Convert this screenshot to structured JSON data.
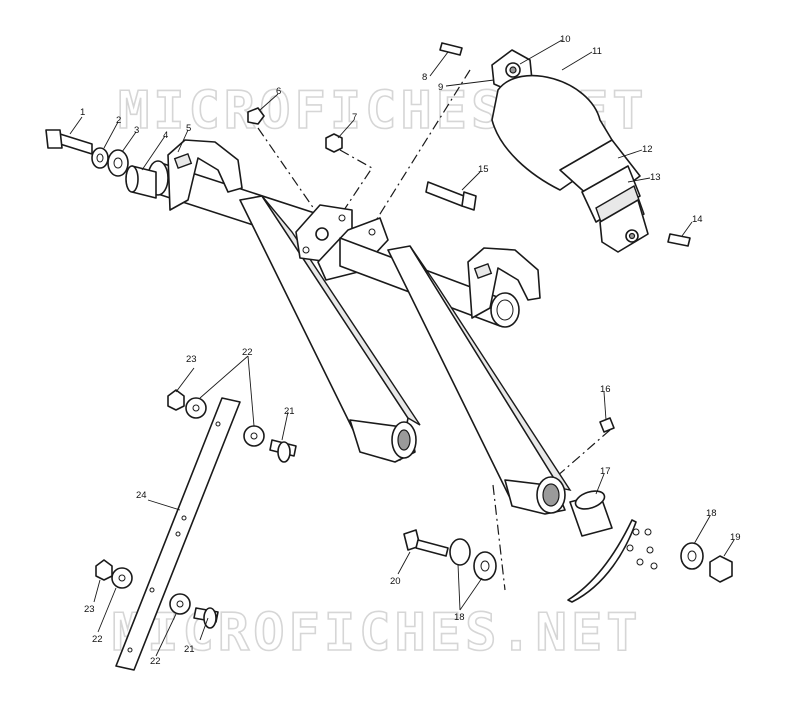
{
  "watermark": {
    "top": "MICROFICHES.NET",
    "bottom": "MICROFICHES.NET",
    "color": "#d6d6d6"
  },
  "callouts": {
    "c1": "1",
    "c2": "2",
    "c3": "3",
    "c4": "4",
    "c5": "5",
    "c6": "6",
    "c7": "7",
    "c8": "8",
    "c9": "9",
    "c10": "10",
    "c11": "11",
    "c12": "12",
    "c13": "13",
    "c14": "14",
    "c15": "15",
    "c16": "16",
    "c17": "17",
    "c18a": "18",
    "c18b": "18",
    "c19": "19",
    "c20": "20",
    "c21a": "21",
    "c21b": "21",
    "c22a": "22",
    "c22b": "22",
    "c22c": "22",
    "c23a": "23",
    "c23b": "23",
    "c24": "24"
  },
  "colors": {
    "line": "#1a1a1a",
    "background": "#ffffff"
  }
}
